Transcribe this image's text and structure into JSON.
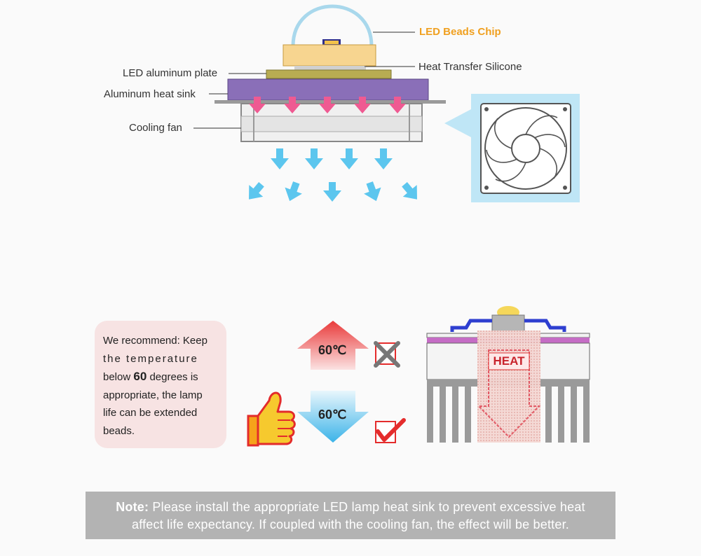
{
  "diagram": {
    "labels": {
      "led_beads_chip": "LED Beads Chip",
      "heat_transfer_silicone": "Heat Transfer Silicone",
      "led_aluminum_plate": "LED aluminum plate",
      "aluminum_heat_sink": "Aluminum heat sink",
      "cooling_fan": "Cooling fan"
    }
  },
  "recommendation": {
    "line1": "We recommend: Keep",
    "line2": "the temperature",
    "line3_pre": "below ",
    "line3_num": "60",
    "line3_post": " degrees is",
    "line4": "appropriate, the lamp",
    "line5": "life can be extended",
    "line6": "beads."
  },
  "temperatures": {
    "above": "60℃",
    "below": "60℃"
  },
  "heat_label": "HEAT",
  "note": {
    "label": "Note:",
    "text1": " Please install the appropriate LED lamp heat sink to prevent excessive heat",
    "text2": "affect life expectancy. If coupled with the cooling fan, the effect will be better."
  },
  "colors": {
    "accent_orange": "#f0a020",
    "heat_sink_purple": "#8a6fb8",
    "arrow_blue": "#4fc0ea",
    "heat_arrow_pink": "#ef5a92",
    "warning_red": "#e42c2c"
  }
}
